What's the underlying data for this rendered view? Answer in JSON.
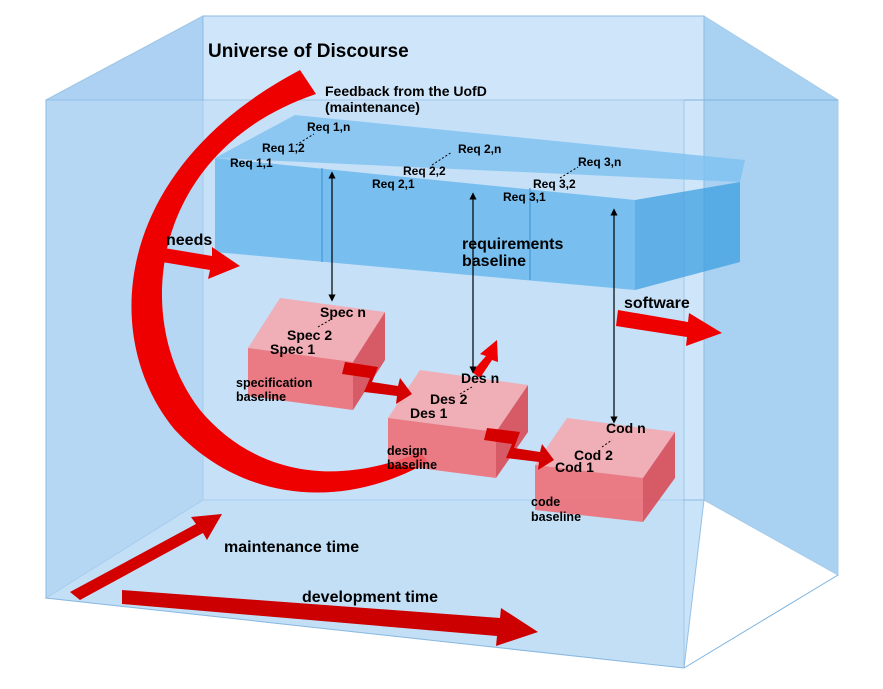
{
  "title": "Universe of Discourse",
  "feedback": [
    "Feedback from the UofD",
    "(maintenance)"
  ],
  "needs": "needs",
  "software": "software",
  "requirements": {
    "label": [
      "requirements",
      "baseline"
    ],
    "groups": [
      [
        "Req 1,n",
        "Req 1,2",
        "Req 1,1"
      ],
      [
        "Req 2,n",
        "Req 2,2",
        "Req 2,1"
      ],
      [
        "Req 3,n",
        "Req 3,2",
        "Req 3,1"
      ]
    ]
  },
  "specification": {
    "items": [
      "Spec n",
      "Spec 2",
      "Spec 1"
    ],
    "label": [
      "specification",
      "baseline"
    ]
  },
  "design": {
    "items": [
      "Des n",
      "Des 2",
      "Des 1"
    ],
    "label": [
      "design",
      "baseline"
    ]
  },
  "code": {
    "items": [
      "Cod n",
      "Cod 2",
      "Cod 1"
    ],
    "label": [
      "code",
      "baseline"
    ]
  },
  "maintenance_time": "maintenance time",
  "development_time": "development time",
  "colors": {
    "box_blue": "#a9d4f5",
    "req_blue": "#4aa8e8",
    "baseline_red": "#f0606a",
    "arrow_red": "#e80000"
  }
}
